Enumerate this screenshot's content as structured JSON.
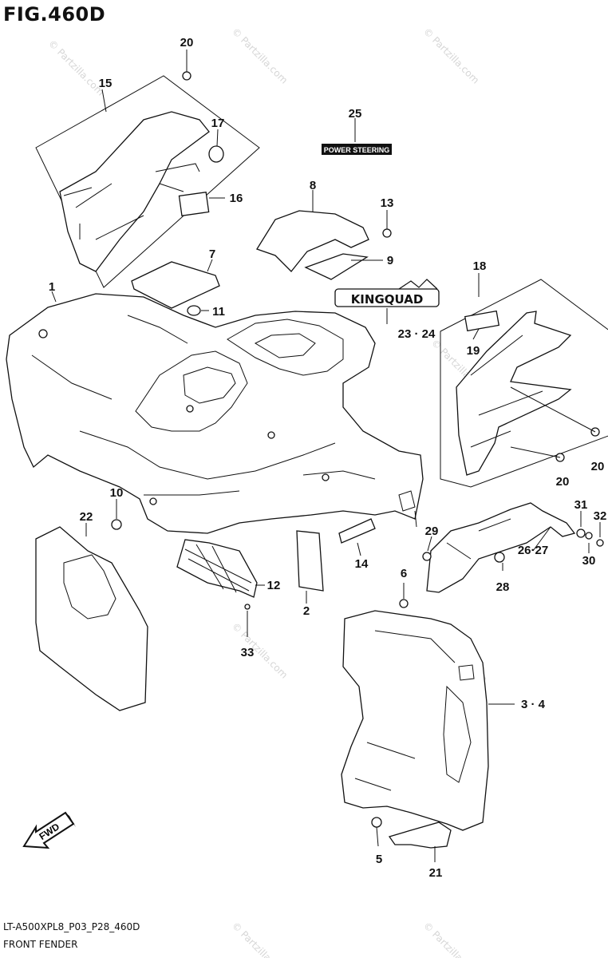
{
  "figure": {
    "title": "FIG.460D",
    "model_code": "LT-A500XPL8_P03_P28_460D",
    "name": "FRONT FENDER"
  },
  "decals": {
    "power_steering": "POWER STEERING",
    "kingquad": "KINGQUAD"
  },
  "watermark": "© Partzilla.com",
  "fwd_label": "FWD",
  "callouts": {
    "c20a": "20",
    "c15": "15",
    "c17": "17",
    "c16": "16",
    "c25": "25",
    "c8": "8",
    "c13": "13",
    "c7": "7",
    "c9": "9",
    "c1": "1",
    "c11": "11",
    "c18": "18",
    "c23_24": "23 · 24",
    "c19": "19",
    "c20b": "20",
    "c20c": "20",
    "c10": "10",
    "c22": "22",
    "c12": "12",
    "c2": "2",
    "c14": "14",
    "c29": "29",
    "c31": "31",
    "c32": "32",
    "c26_27": "26·27",
    "c30": "30",
    "c6": "6",
    "c28": "28",
    "c33": "33",
    "c3_4": "3 · 4",
    "c5": "5",
    "c21": "21"
  }
}
